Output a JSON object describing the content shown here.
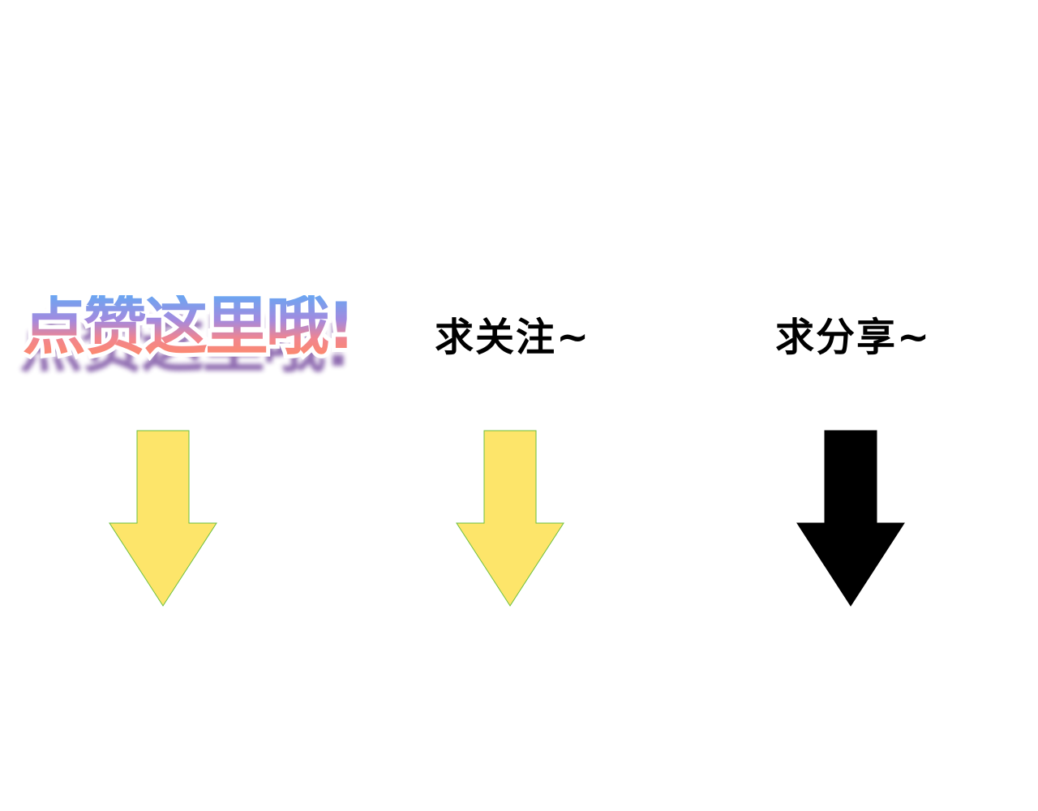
{
  "banner": {
    "like_text": "点赞这里哦!"
  },
  "captions": {
    "follow": "求关注~",
    "share": "求分享~"
  },
  "arrows": [
    {
      "icon": "down-arrow-icon",
      "fill": "#fde56a",
      "stroke": "#6cbf3c"
    },
    {
      "icon": "down-arrow-icon",
      "fill": "#fde56a",
      "stroke": "#6cbf3c"
    },
    {
      "icon": "down-arrow-icon",
      "fill": "#000000",
      "stroke": "#000000"
    }
  ],
  "colors": {
    "background": "#ffffff",
    "gradient_top": "#6aa6f2",
    "gradient_mid": "#a48ade",
    "gradient_bottom": "#ff8a66",
    "shadow": "#8a65ad",
    "caption_text": "#000000"
  }
}
